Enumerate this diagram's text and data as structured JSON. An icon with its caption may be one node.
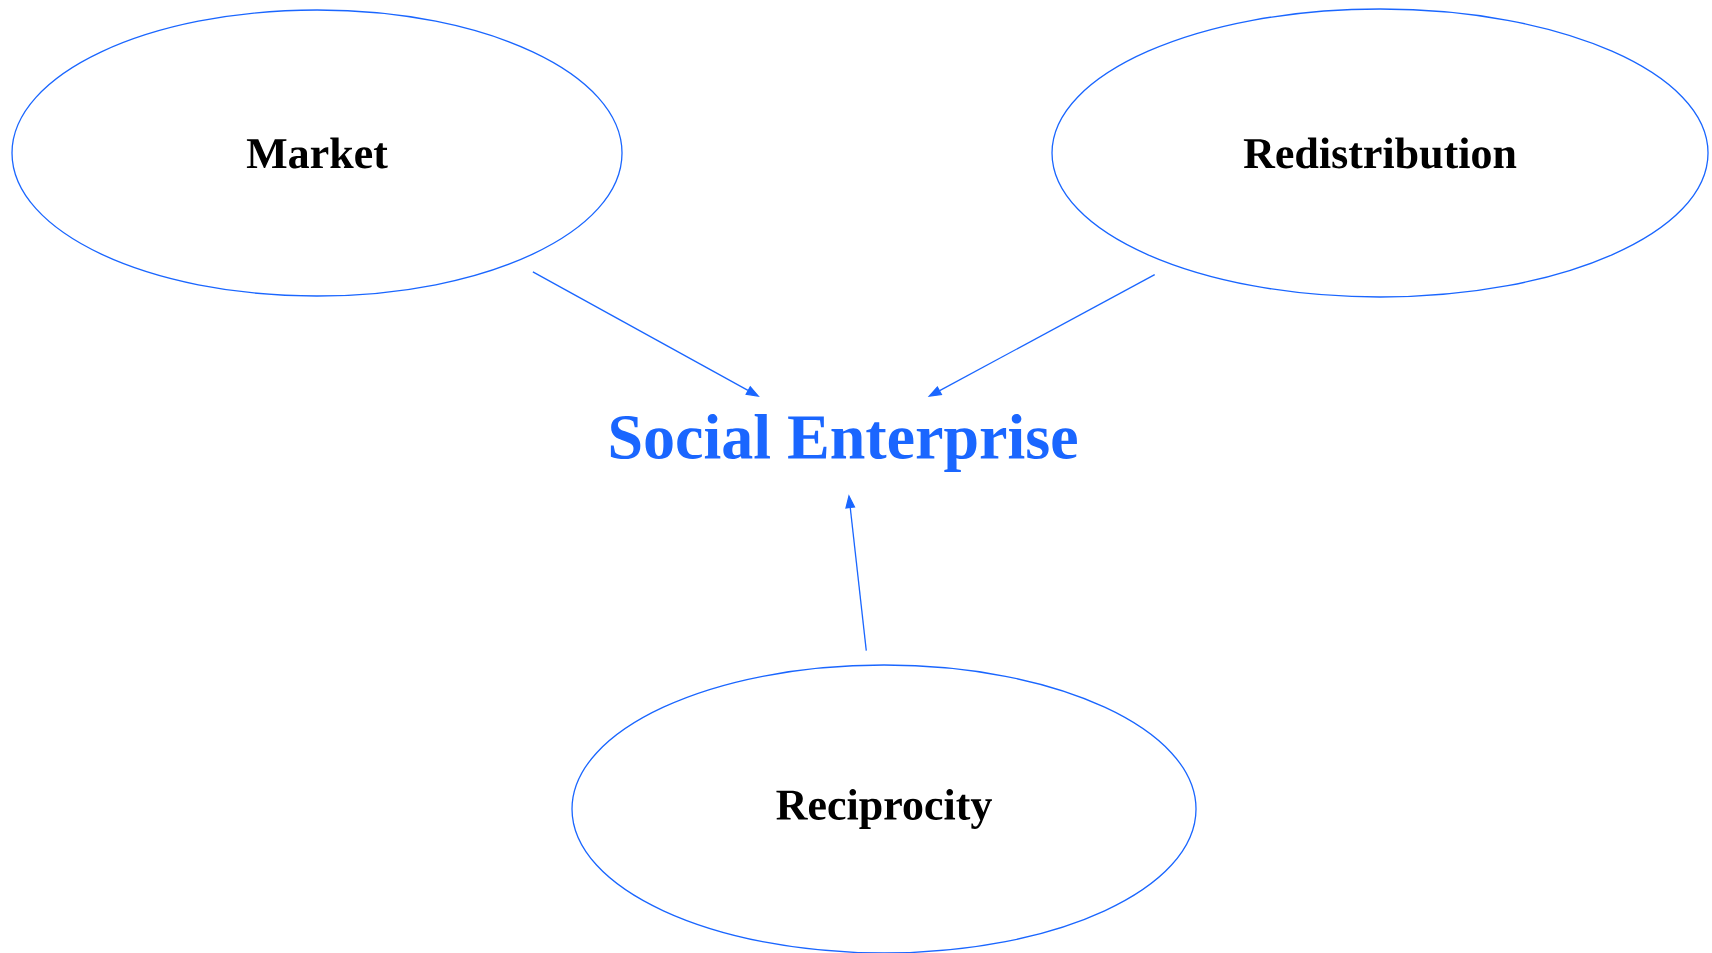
{
  "diagram": {
    "nodes": [
      {
        "text": [
          "Market"
        ]
      },
      {
        "text": [
          "Redistribution"
        ]
      },
      {
        "text": [
          "Reciprocity"
        ]
      },
      {
        "text": [
          "Social Enterprise"
        ]
      }
    ],
    "edges": [
      {
        "from": 0,
        "to": 3,
        "arrow": "to"
      },
      {
        "from": 1,
        "to": 3,
        "arrow": "to"
      },
      {
        "from": 2,
        "to": 3,
        "arrow": "to"
      }
    ]
  }
}
